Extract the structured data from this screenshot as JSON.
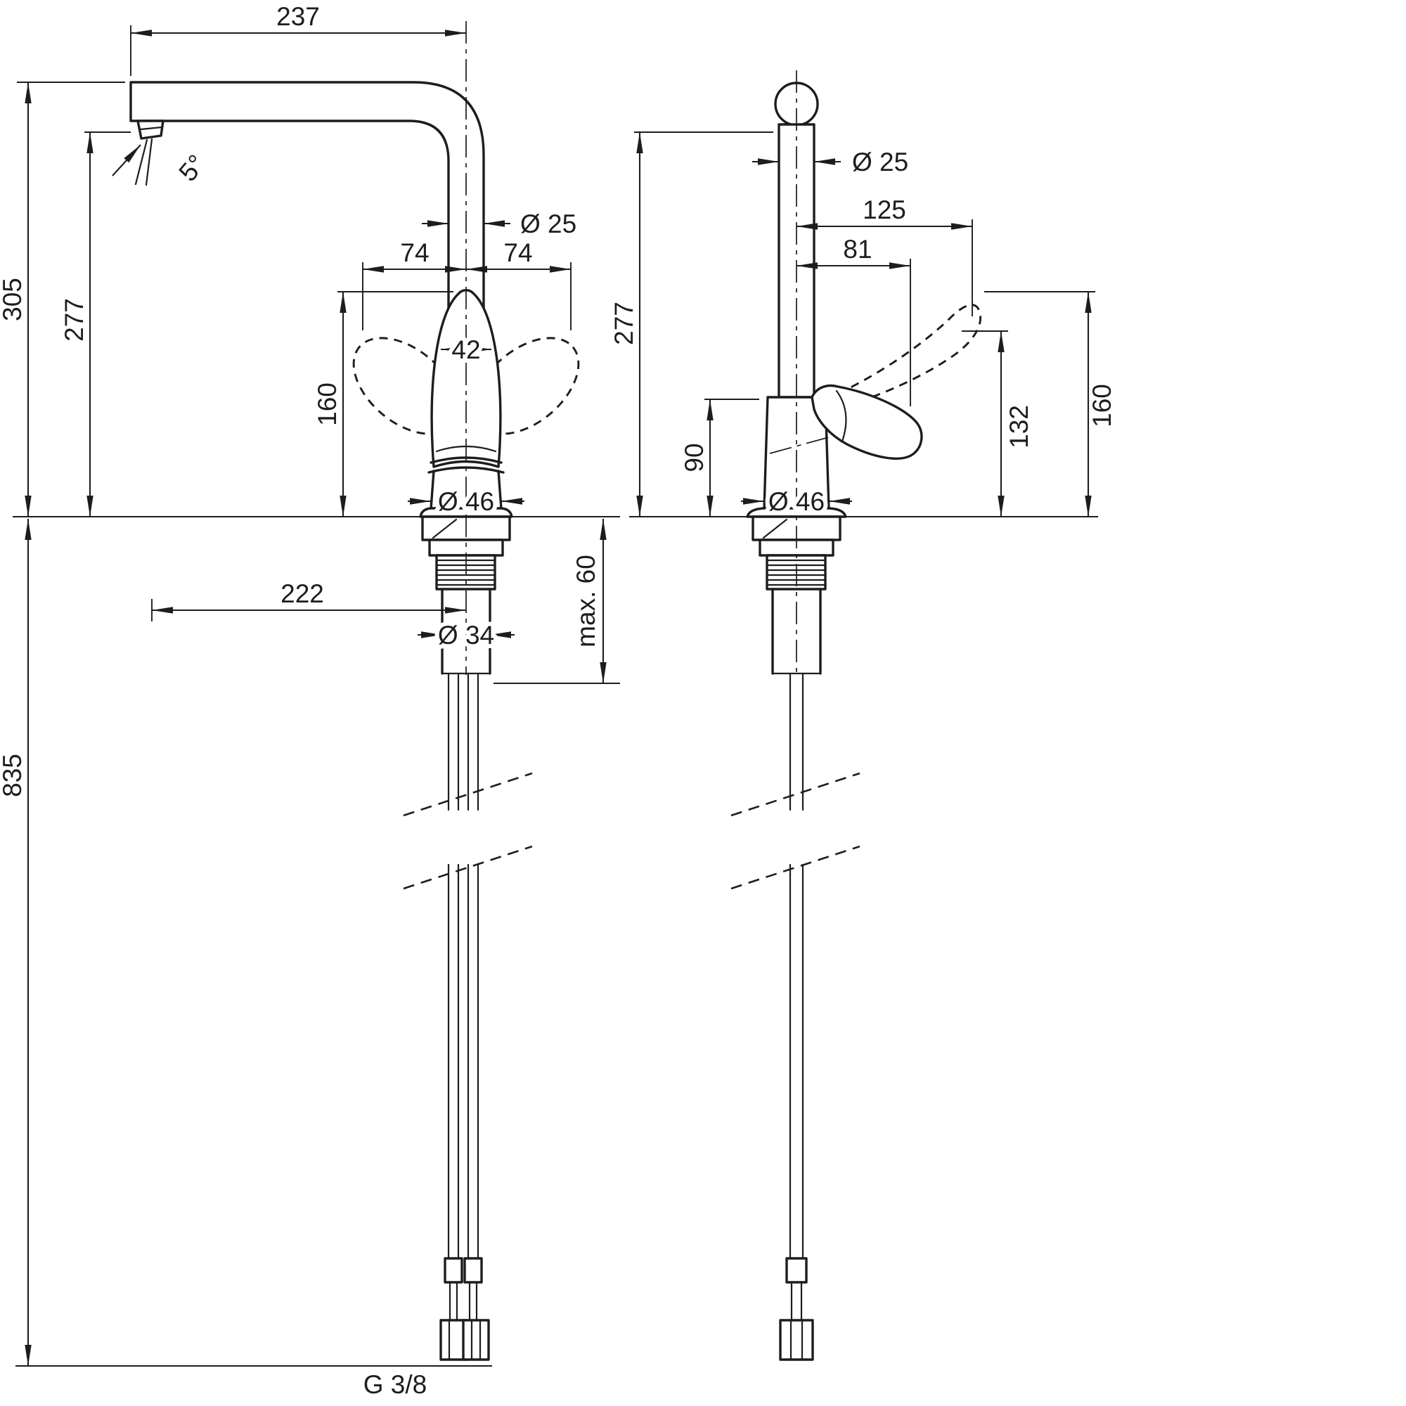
{
  "drawing": {
    "line_color": "#1d1d1b",
    "background": "#ffffff"
  },
  "front_view": {
    "spout_reach": "237",
    "total_height": "305",
    "outlet_height": "277",
    "spout_angle": "5°",
    "pipe_diameter": "Ø 25",
    "handle_swing_left": "74",
    "handle_swing_right": "74",
    "handle_width": "42",
    "handle_top_height": "160",
    "body_diameter": "Ø 46",
    "base_reach": "222",
    "shank_diameter": "Ø 34",
    "max_counter_thickness": "max. 60",
    "hose_length": "835",
    "connection_thread": "G 3/8"
  },
  "side_view": {
    "pipe_diameter": "Ø 25",
    "handle_depth_total": "125",
    "handle_depth": "81",
    "outlet_height": "277",
    "body_height": "90",
    "body_diameter": "Ø 46",
    "lever_height": "132",
    "handle_top_height": "160"
  }
}
